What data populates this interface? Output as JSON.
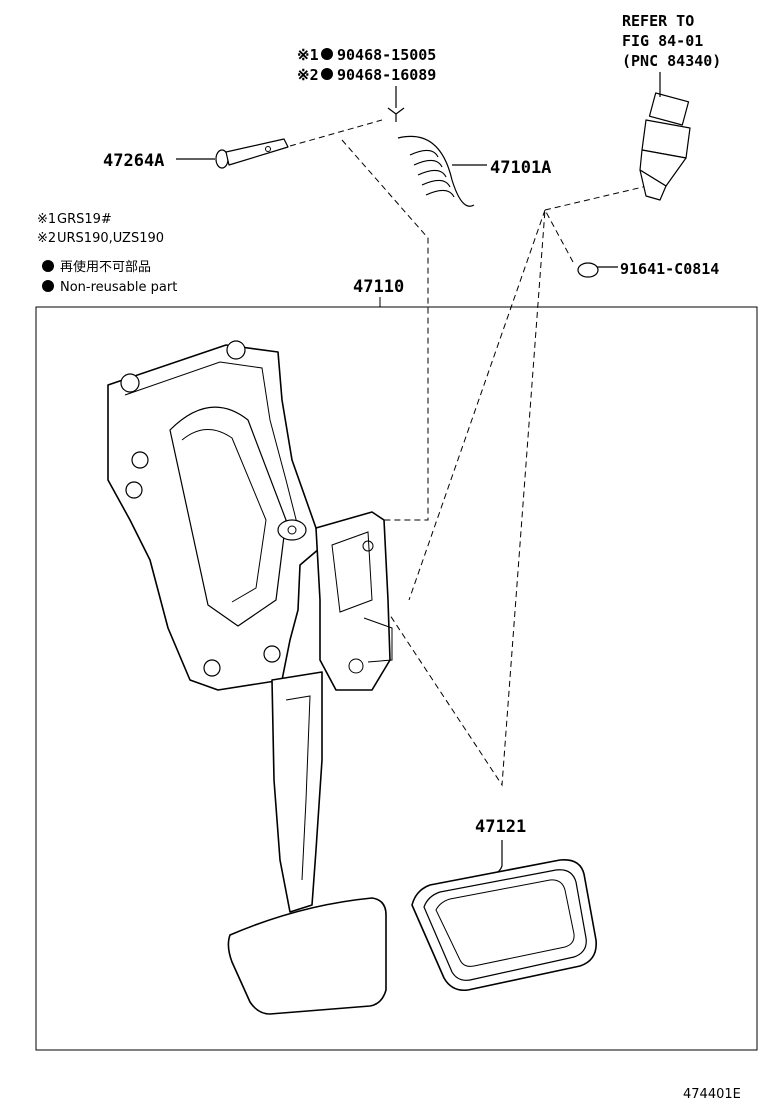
{
  "refer_note": [
    "REFER TO",
    "FIG 84-01",
    "(PNC 84340)"
  ],
  "clip_parts": [
    {
      "mark": "※1",
      "number": "90468-15005"
    },
    {
      "mark": "※2",
      "number": "90468-16089"
    }
  ],
  "legend": {
    "variants": [
      {
        "mark": "※1",
        "models": "GRS19#"
      },
      {
        "mark": "※2",
        "models": "URS190,UZS190"
      }
    ],
    "non_reusable_ja": "再使用不可部品",
    "non_reusable_en": "Non-reusable part"
  },
  "parts": {
    "pin": "47264A",
    "spring": "47101A",
    "bolt": "91641-C0814",
    "pedal_assembly": "47110",
    "pad": "47121"
  },
  "figure_id": "474401E"
}
